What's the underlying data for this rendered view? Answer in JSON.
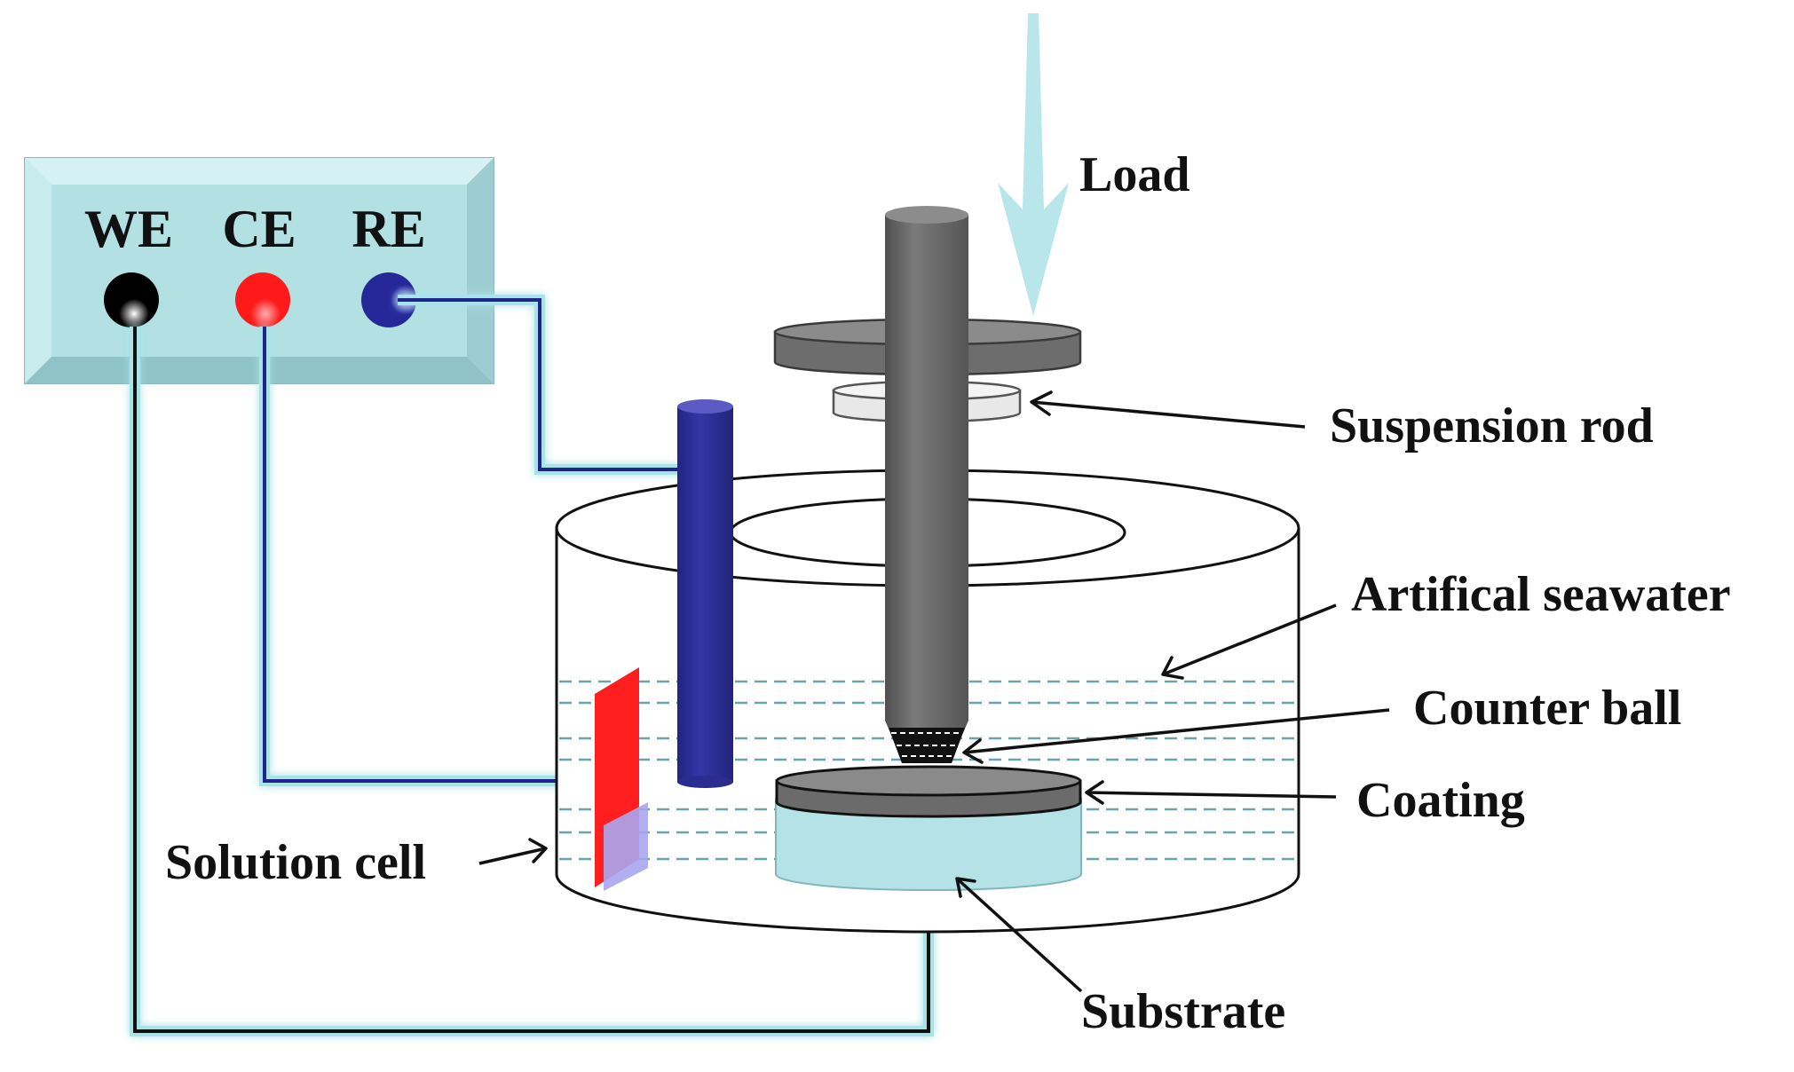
{
  "terminals": {
    "we": {
      "label": "WE",
      "color": "#000000"
    },
    "ce": {
      "label": "CE",
      "color": "#ff1a1a"
    },
    "re": {
      "label": "RE",
      "color": "#26289a"
    }
  },
  "labels": {
    "load": "Load",
    "suspension_rod": "Suspension rod",
    "artificial_seawater": "Artifical seawater",
    "counter_ball": "Counter ball",
    "coating": "Coating",
    "solution_cell": "Solution cell",
    "substrate": "Substrate"
  },
  "colors": {
    "potentiostat_box": "#b7e3e6",
    "glow": "#9fdde3",
    "rod": "#666666",
    "reference_electrode": "#2b2d92",
    "counter_electrode": "#ff1f1f",
    "seawater_lines": "#6aa3a8",
    "substrate": "#b5e2e6",
    "coating": "#6b6b6b",
    "load_arrow": "#b9e6ea"
  }
}
